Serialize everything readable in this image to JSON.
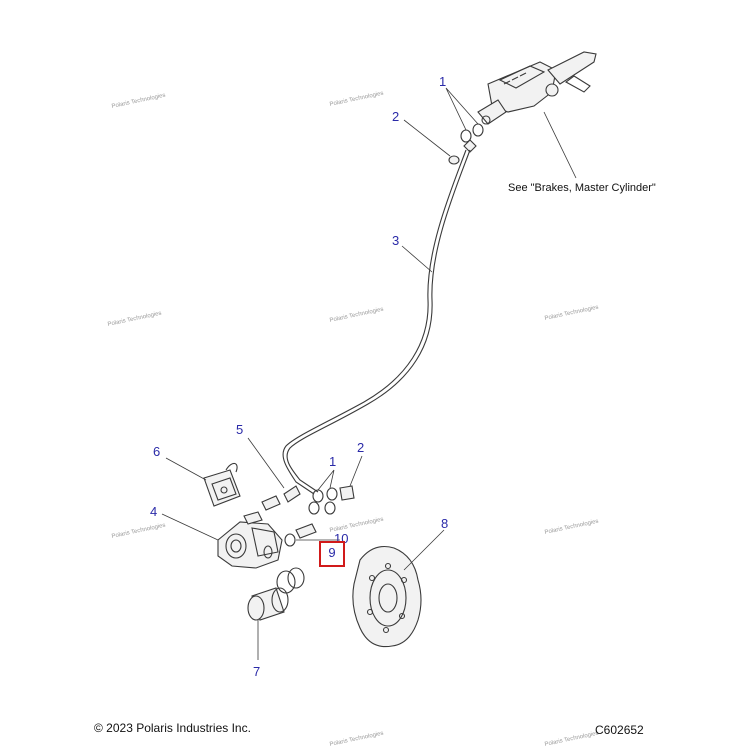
{
  "callouts": {
    "c1_top": "1",
    "c2_top": "2",
    "c3": "3",
    "c5": "5",
    "c1_bottom": "1",
    "c2_bottom": "2",
    "c6": "6",
    "c4": "4",
    "c10": "10",
    "c9": "9",
    "c8": "8",
    "c7": "7"
  },
  "note_master_cylinder": "See \"Brakes, Master Cylinder\"",
  "footer": {
    "copyright": "© 2023 Polaris Industries Inc.",
    "figure_code": "C602652"
  },
  "watermark": "Polaris Technologies",
  "colors": {
    "callout": "#2a2aa8",
    "highlight": "#d11a1a",
    "line": "#3a3a3a"
  }
}
